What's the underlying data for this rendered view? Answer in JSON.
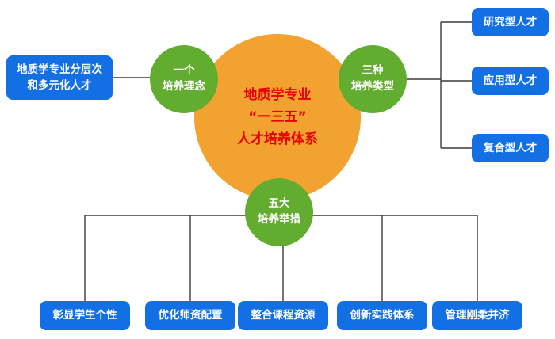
{
  "diagram": {
    "center": {
      "line1": "地质学专业",
      "line2": "“一三五”",
      "line3": "人才培养体系"
    },
    "concept_node": {
      "line1": "一个",
      "line2": "培养理念"
    },
    "types_node": {
      "line1": "三种",
      "line2": "培养类型"
    },
    "measures_node": {
      "line1": "五大",
      "line2": "培养举措"
    },
    "left_box": {
      "line1": "地质学专业分层次",
      "line2": "和多元化人才"
    },
    "right_boxes": [
      {
        "label": "研究型人才"
      },
      {
        "label": "应用型人才"
      },
      {
        "label": "复合型人才"
      }
    ],
    "bottom_boxes": [
      {
        "label": "彰显学生个性"
      },
      {
        "label": "优化师资配置"
      },
      {
        "label": "整合课程资源"
      },
      {
        "label": "创新实践体系"
      },
      {
        "label": "管理刚柔并济"
      }
    ],
    "colors": {
      "orange": "#F2A230",
      "green": "#62AC30",
      "blue": "#1370E4",
      "red_text": "#E60000",
      "line": "#3a3a3a"
    }
  }
}
